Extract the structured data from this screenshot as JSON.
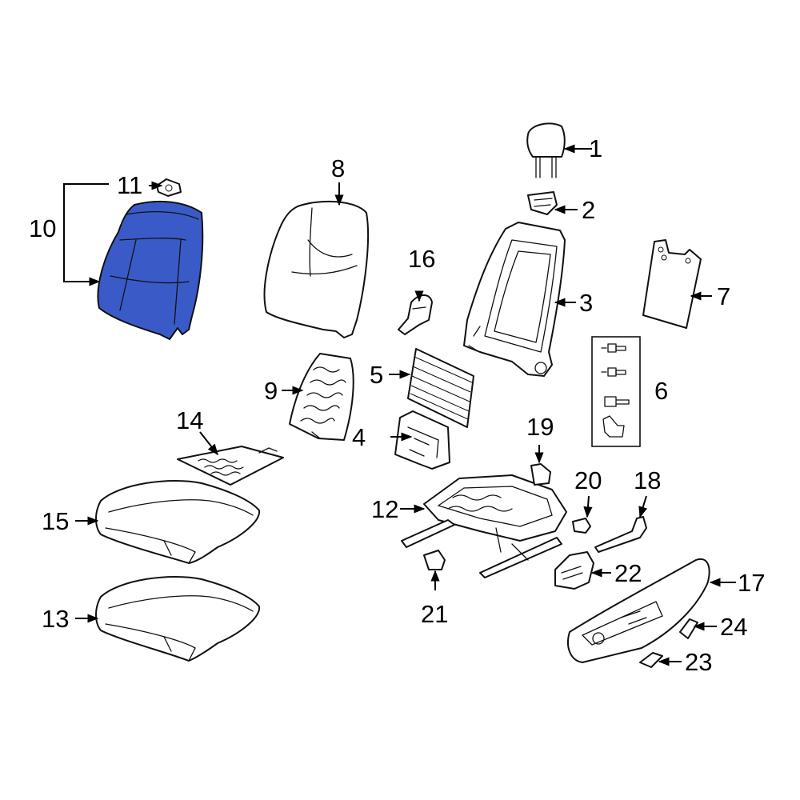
{
  "colors": {
    "highlight": "#3a5bc7",
    "line": "#111111",
    "background": "#ffffff"
  },
  "labels": {
    "p1": "1",
    "p2": "2",
    "p3": "3",
    "p4": "4",
    "p5": "5",
    "p6": "6",
    "p7": "7",
    "p8": "8",
    "p9": "9",
    "p10": "10",
    "p11": "11",
    "p12": "12",
    "p13": "13",
    "p14": "14",
    "p15": "15",
    "p16": "16",
    "p17": "17",
    "p18": "18",
    "p19": "19",
    "p20": "20",
    "p21": "21",
    "p22": "22",
    "p23": "23",
    "p24": "24"
  },
  "highlighted_part": "10"
}
